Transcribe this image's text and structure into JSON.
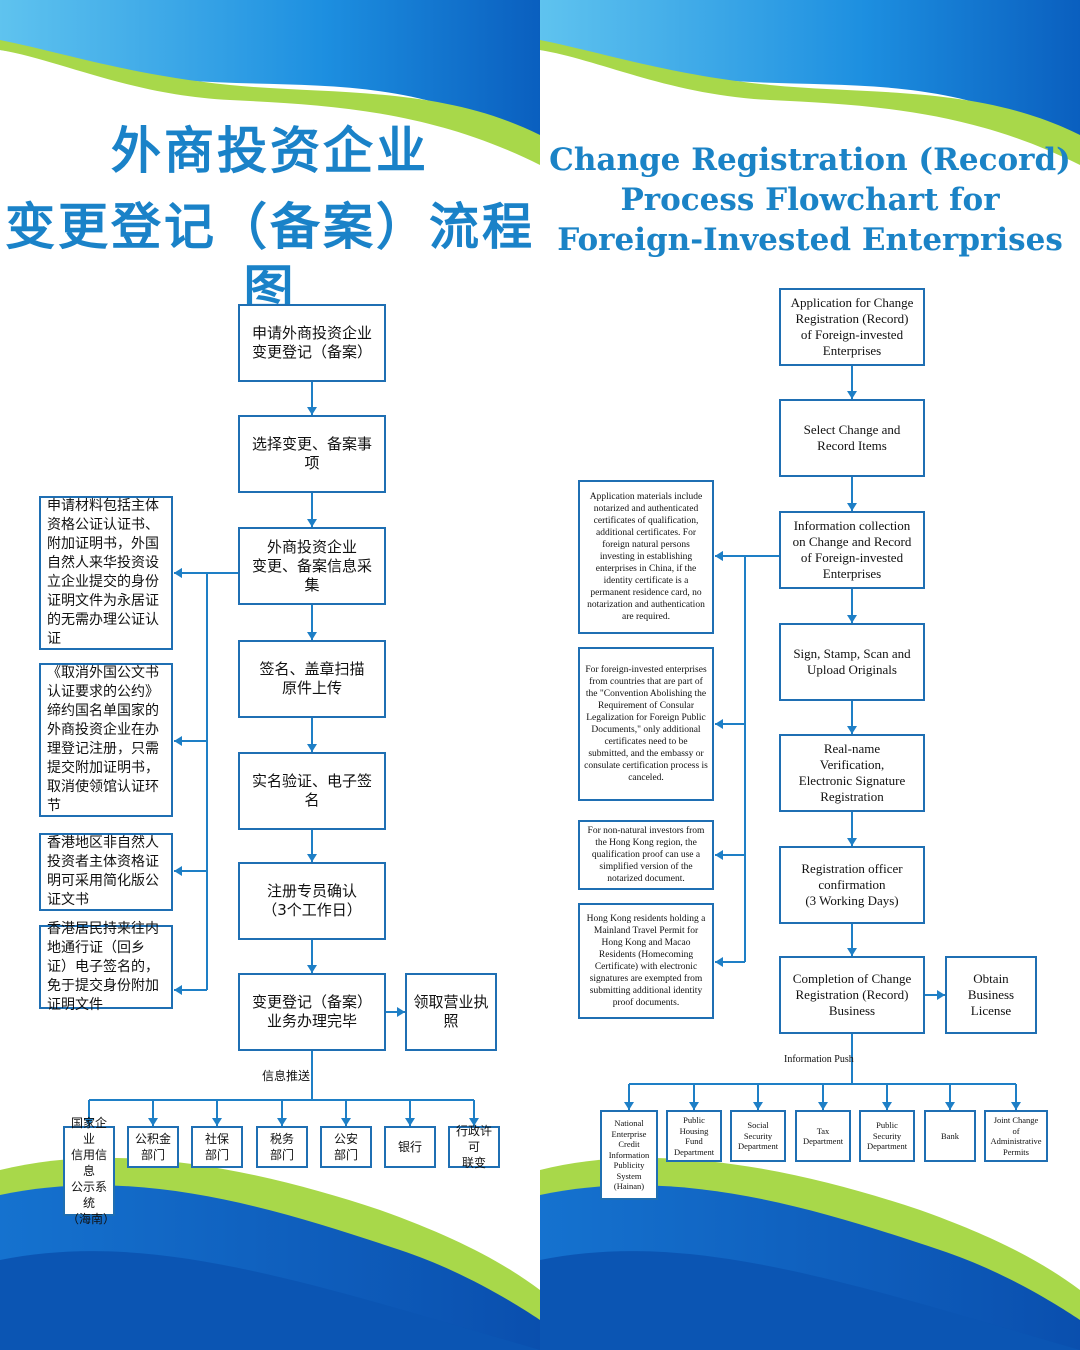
{
  "left": {
    "title_line1": "外商投资企业",
    "title_line2": "变更登记（备案）流程图",
    "steps": [
      "申请外商投资企业\n变更登记（备案）",
      "选择变更、备案事项",
      "外商投资企业\n变更、备案信息采集",
      "签名、盖章扫描\n原件上传",
      "实名验证、电子签名",
      "注册专员确认\n（3个工作日）",
      "变更登记（备案）\n业务办理完毕"
    ],
    "license": "领取营业执照",
    "notes": [
      "申请材料包括主体资格公证认证书、附加证明书，外国自然人来华投资设立企业提交的身份证明文件为永居证的无需办理公证认证",
      "《取消外国公文书认证要求的公约》缔约国名单国家的外商投资企业在办理登记注册，只需提交附加证明书，取消使领馆认证环节",
      "香港地区非自然人投资者主体资格证明可采用简化版公证文书",
      "香港居民持来往内地通行证（回乡证）电子签名的，免于提交身份附加证明文件"
    ],
    "push_label": "信息推送",
    "departments": [
      "国家企业\n信用信息\n公示系统\n（海南）",
      "公积金\n部门",
      "社保\n部门",
      "税务\n部门",
      "公安\n部门",
      "银行",
      "行政许可\n联变"
    ]
  },
  "right": {
    "title_line1": "Change Registration (Record)",
    "title_line2": "Process Flowchart for",
    "title_line3": "Foreign-Invested Enterprises",
    "steps": [
      "Application for Change\nRegistration (Record)\nof Foreign-invested\nEnterprises",
      "Select Change and\nRecord Items",
      "Information collection\non Change and Record\nof Foreign-invested\nEnterprises",
      "Sign, Stamp, Scan and\nUpload Originals",
      "Real-name\nVerification,\nElectronic Signature\nRegistration",
      "Registration officer\nconfirmation\n(3 Working Days)",
      "Completion of Change\nRegistration (Record)\nBusiness"
    ],
    "license": "Obtain\nBusiness\nLicense",
    "notes": [
      "Application materials include notarized and authenticated certificates of qualification, additional certificates. For foreign natural persons investing in establishing enterprises in China, if the identity certificate is a permanent residence card, no notarization and authentication are required.",
      "For foreign-invested enterprises from countries that are part of the \"Convention Abolishing the Requirement of Consular Legalization for Foreign Public Documents,\" only additional certificates need to be submitted, and the embassy or consulate certification process is canceled.",
      "For non-natural investors from the Hong Kong region, the qualification proof can use a simplified version of the notarized document.",
      "Hong Kong residents holding a Mainland Travel Permit for Hong Kong and Macao Residents (Homecoming Certificate) with electronic signatures are exempted from submitting additional identity proof documents."
    ],
    "push_label": "Information Push",
    "departments": [
      "National\nEnterprise\nCredit\nInformation\nPublicity\nSystem\n(Hainan)",
      "Public\nHousing\nFund\nDepartment",
      "Social\nSecurity\nDepartment",
      "Tax\nDepartment",
      "Public\nSecurity\nDepartment",
      "Bank",
      "Joint Change\nof\nAdministrative\nPermits"
    ]
  },
  "colors": {
    "title": "#1a82c8",
    "box_border": "#1f6fb3",
    "arrow": "#1e7fc6",
    "wave_blue": "#0a68c4",
    "wave_green": "#9bd23b"
  }
}
